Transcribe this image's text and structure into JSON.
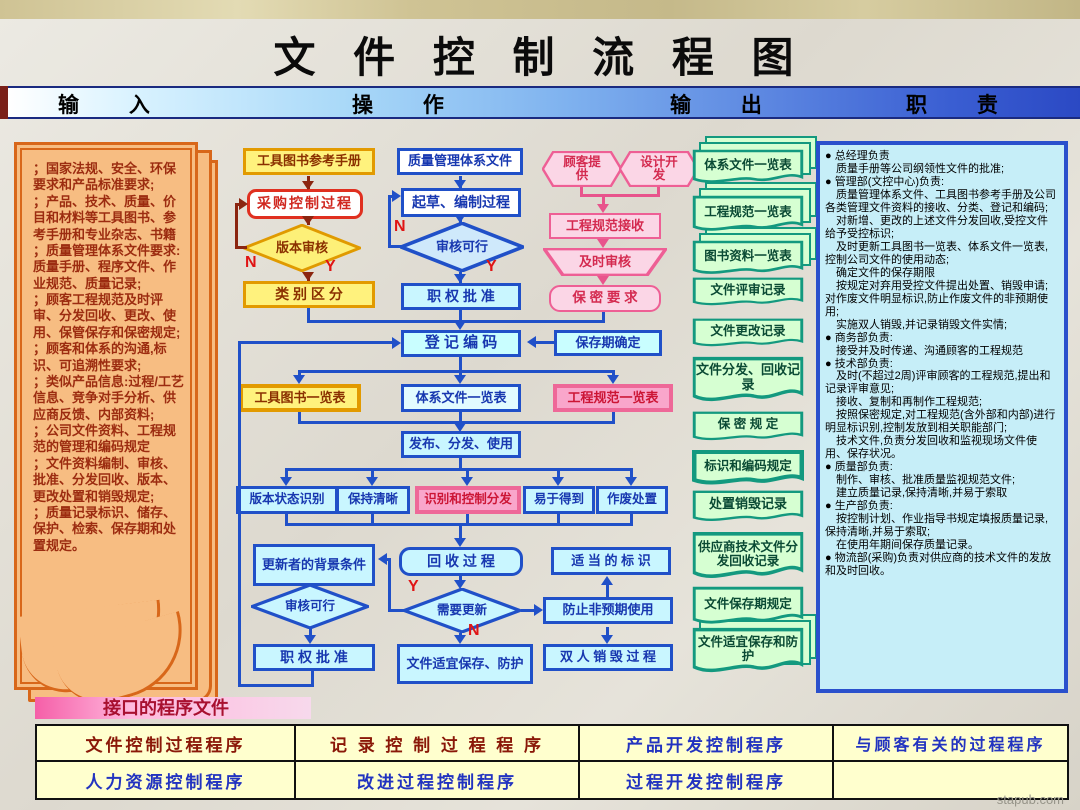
{
  "slide": {
    "title": "文 件 控 制 流 程 图",
    "watermark": "stapub.com"
  },
  "header": {
    "cols": [
      "输 入",
      "操 作",
      "输 出",
      "职 责"
    ]
  },
  "colors": {
    "blue_line": "#2050c8",
    "red_line": "#8b2510",
    "pink_line": "#e8548c",
    "green_fill": "#d6ffd2",
    "orange_panel": "#f7bd82",
    "duty_fill": "#c6eef8",
    "table_fill": "#ffffce",
    "header_gradient_end": "#2b49c4"
  },
  "input_panel": {
    "text": "；国家法规、安全、环保要求和产品标准要求;\n；产品、技术、质量、价目和材料等工具图书、参考手册和专业杂志、书籍\n；质量管理体系文件要求:\n质量手册、程序文件、作业规范、质量记录;\n；顾客工程规范及时评审、分发回收、更改、使用、保管保存和保密规定;\n；顾客和体系的沟通,标识、可追溯性要求;\n；类似产品信息:过程/工艺信息、竞争对手分析、供应商反馈、内部资料;\n；公司文件资料、工程规范的管理和编码规定\n；文件资料编制、审核、批准、分发回收、版本、更改处置和销毁规定;\n；质量记录标识、储存、保护、检索、保存期和处置规定。"
  },
  "flow": {
    "tool_book": "工具图书参考手册",
    "purchase": "采购控制过程",
    "version_audit": "版本审核",
    "classify": "类 别 区 分",
    "qms_doc": "质量管理体系文件",
    "draft": "起草、编制过程",
    "review1": "审核可行",
    "approve1": "职 权 批 准",
    "cust_provide": "顾客提供",
    "design_dev": "设计开发",
    "spec_receive": "工程规范接收",
    "timely_review": "及时审核",
    "secrecy": "保 密 要 求",
    "register": "登 记 编 码",
    "retention": "保存期确定",
    "toolbook_list": "工具图书一览表",
    "system_list": "体系文件一览表",
    "spec_list": "工程规范一览表",
    "publish": "发布、分发、使用",
    "version_status": "版本状态识别",
    "keep_clear": "保持清晰",
    "ctrl_distribute": "识别和控制分发",
    "easy_obtain": "易于得到",
    "obsolete": "作废处置",
    "updater": "更新者的背景条件",
    "recycle": "回 收 过 程",
    "proper_mark": "适 当 的 标 识",
    "review2": "审核可行",
    "need_update": "需要更新",
    "prevent": "防止非预期使用",
    "approve2": "职 权 批 准",
    "preserve": "文件适宜保存、防护",
    "dual_destroy": "双 人 销 毁 过 程",
    "y": "Y",
    "n": "N"
  },
  "outputs": {
    "items": [
      {
        "label": "体系文件一览表",
        "stacked": true
      },
      {
        "label": "工程规范一览表",
        "stacked": true
      },
      {
        "label": "图书资料一览表",
        "stacked": true
      },
      {
        "label": "文件评审记录",
        "stacked": false
      },
      {
        "label": "文件更改记录",
        "stacked": false
      },
      {
        "label": "文件分发、回收记录",
        "stacked": false
      },
      {
        "label": "保 密 规 定",
        "stacked": false
      },
      {
        "label": "标识和编码规定",
        "stacked": false
      },
      {
        "label": "处置销毁记录",
        "stacked": false
      },
      {
        "label": "供应商技术文件分发回收记录",
        "stacked": false
      },
      {
        "label": "文件保存期规定",
        "stacked": false
      },
      {
        "label": "文件适宜保存和防护",
        "stacked": true
      }
    ]
  },
  "duties": {
    "text": "● 总经理负责\n　质量手册等公司纲领性文件的批准;\n● 管理部(文控中心)负责:\n　质量管理体系文件、工具图书参考手册及公司各类管理文件资料的接收、分类、登记和编码;\n　对新增、更改的上述文件分发回收,受控文件给予受控标识;\n　及时更新工具图书一览表、体系文件一览表,控制公司文件的使用动态;\n　确定文件的保存期限\n　按规定对弃用受控文件提出处置、销毁申请;对作废文件明显标识,防止作废文件的非预期使用;\n　实施双人销毁,并记录销毁文件实情;\n● 商务部负责:\n　接受并及时传递、沟通顾客的工程规范\n● 技术部负责:\n　及时(不超过2周)评审顾客的工程规范,提出和记录评审意见;\n　接收、复制和再制作工程规范;\n　按照保密规定,对工程规范(含外部和内部)进行明显标识别,控制发放到相关职能部门;\n　技术文件,负责分发回收和监视现场文件使用、保存状况。\n● 质量部负责:\n　制作、审核、批准质量监视规范文件;\n　建立质量记录,保持清晰,并易于索取\n● 生产部负责:\n　按控制计划、作业指导书规定填报质量记录,保持清晰,并易于索取;\n　在使用年期间保存质量记录。\n● 物流部(采购)负责对供应商的技术文件的发放和及时回收。"
  },
  "footer": {
    "label": "接口的程序文件",
    "rows": [
      [
        "文件控制过程程序",
        "记 录 控 制 过 程 程 序",
        "产品开发控制程序",
        "与顾客有关的过程程序"
      ],
      [
        "人力资源控制程序",
        "改进过程控制程序",
        "过程开发控制程序",
        ""
      ]
    ]
  }
}
